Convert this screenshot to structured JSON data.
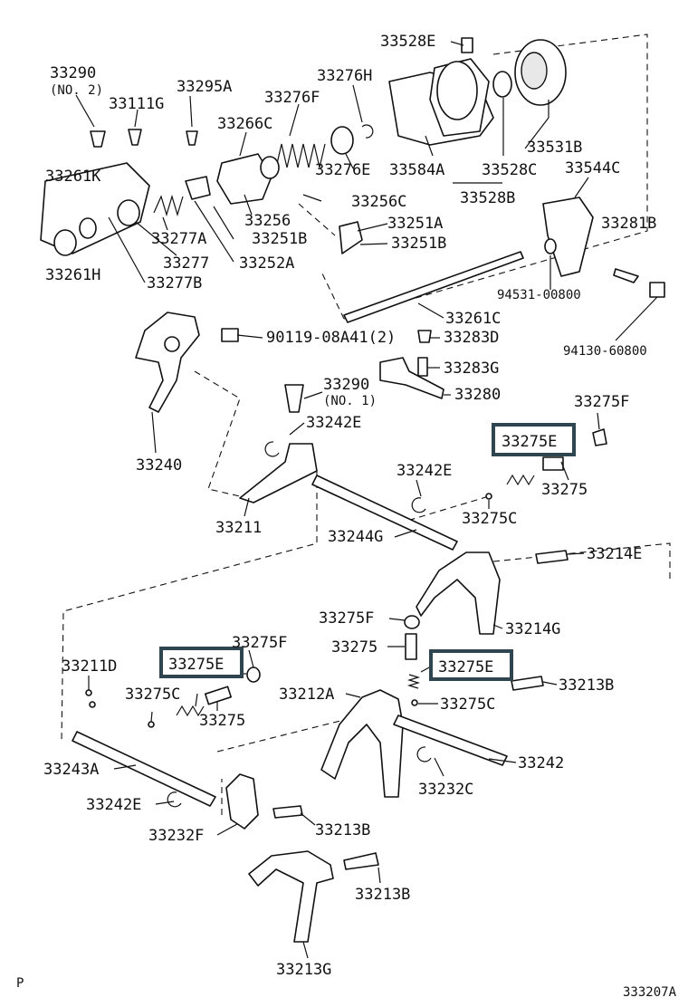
{
  "callouts": [
    {
      "id": "c1",
      "text": "33528E"
    },
    {
      "id": "c2",
      "text": "33290"
    },
    {
      "id": "c3",
      "text": "(NO. 2)"
    },
    {
      "id": "c4",
      "text": "33295A"
    },
    {
      "id": "c5",
      "text": "33276H"
    },
    {
      "id": "c6",
      "text": "33111G"
    },
    {
      "id": "c7",
      "text": "33276F"
    },
    {
      "id": "c8",
      "text": "33266C"
    },
    {
      "id": "c9",
      "text": "33531B"
    },
    {
      "id": "c10",
      "text": "33276E"
    },
    {
      "id": "c11",
      "text": "33584A"
    },
    {
      "id": "c12",
      "text": "33528C"
    },
    {
      "id": "c13",
      "text": "33544C"
    },
    {
      "id": "c14",
      "text": "33261K"
    },
    {
      "id": "c15",
      "text": "33528B"
    },
    {
      "id": "c16",
      "text": "33256C"
    },
    {
      "id": "c17",
      "text": "33256"
    },
    {
      "id": "c18",
      "text": "33251A"
    },
    {
      "id": "c19",
      "text": "33281B"
    },
    {
      "id": "c20",
      "text": "33277A"
    },
    {
      "id": "c21",
      "text": "33251B"
    },
    {
      "id": "c22",
      "text": "33251B"
    },
    {
      "id": "c23",
      "text": "33277"
    },
    {
      "id": "c24",
      "text": "33252A"
    },
    {
      "id": "c25",
      "text": "33261H"
    },
    {
      "id": "c26",
      "text": "33277B"
    },
    {
      "id": "c27",
      "text": "94531-00800"
    },
    {
      "id": "c28",
      "text": "33261C"
    },
    {
      "id": "c29",
      "text": "90119-08A41(2)"
    },
    {
      "id": "c30",
      "text": "33283D"
    },
    {
      "id": "c31",
      "text": "94130-60800"
    },
    {
      "id": "c32",
      "text": "33283G"
    },
    {
      "id": "c33",
      "text": "33290"
    },
    {
      "id": "c34",
      "text": "(NO. 1)"
    },
    {
      "id": "c35",
      "text": "33280"
    },
    {
      "id": "c36",
      "text": "33275F"
    },
    {
      "id": "c37",
      "text": "33242E"
    },
    {
      "id": "c38",
      "text": "33275E"
    },
    {
      "id": "c39",
      "text": "33240"
    },
    {
      "id": "c40",
      "text": "33242E"
    },
    {
      "id": "c41",
      "text": "33275"
    },
    {
      "id": "c42",
      "text": "33275C"
    },
    {
      "id": "c43",
      "text": "33211"
    },
    {
      "id": "c44",
      "text": "33244G"
    },
    {
      "id": "c45",
      "text": "33214E"
    },
    {
      "id": "c46",
      "text": "33275F"
    },
    {
      "id": "c47",
      "text": "33214G"
    },
    {
      "id": "c48",
      "text": "33275F"
    },
    {
      "id": "c49",
      "text": "33275"
    },
    {
      "id": "c50",
      "text": "33211D"
    },
    {
      "id": "c51",
      "text": "33275E"
    },
    {
      "id": "c52",
      "text": "33275E"
    },
    {
      "id": "c53",
      "text": "33212A"
    },
    {
      "id": "c54",
      "text": "33213B"
    },
    {
      "id": "c55",
      "text": "33275C"
    },
    {
      "id": "c56",
      "text": "33275"
    },
    {
      "id": "c57",
      "text": "33275C"
    },
    {
      "id": "c58",
      "text": "33242"
    },
    {
      "id": "c59",
      "text": "33243A"
    },
    {
      "id": "c60",
      "text": "33232C"
    },
    {
      "id": "c61",
      "text": "33242E"
    },
    {
      "id": "c62",
      "text": "33213B"
    },
    {
      "id": "c63",
      "text": "33232F"
    },
    {
      "id": "c64",
      "text": "33213B"
    },
    {
      "id": "c65",
      "text": "33213G"
    }
  ],
  "footer": {
    "left": "P",
    "right": "333207A"
  },
  "colors": {
    "highlight": "#2f4550",
    "line": "#111111"
  }
}
